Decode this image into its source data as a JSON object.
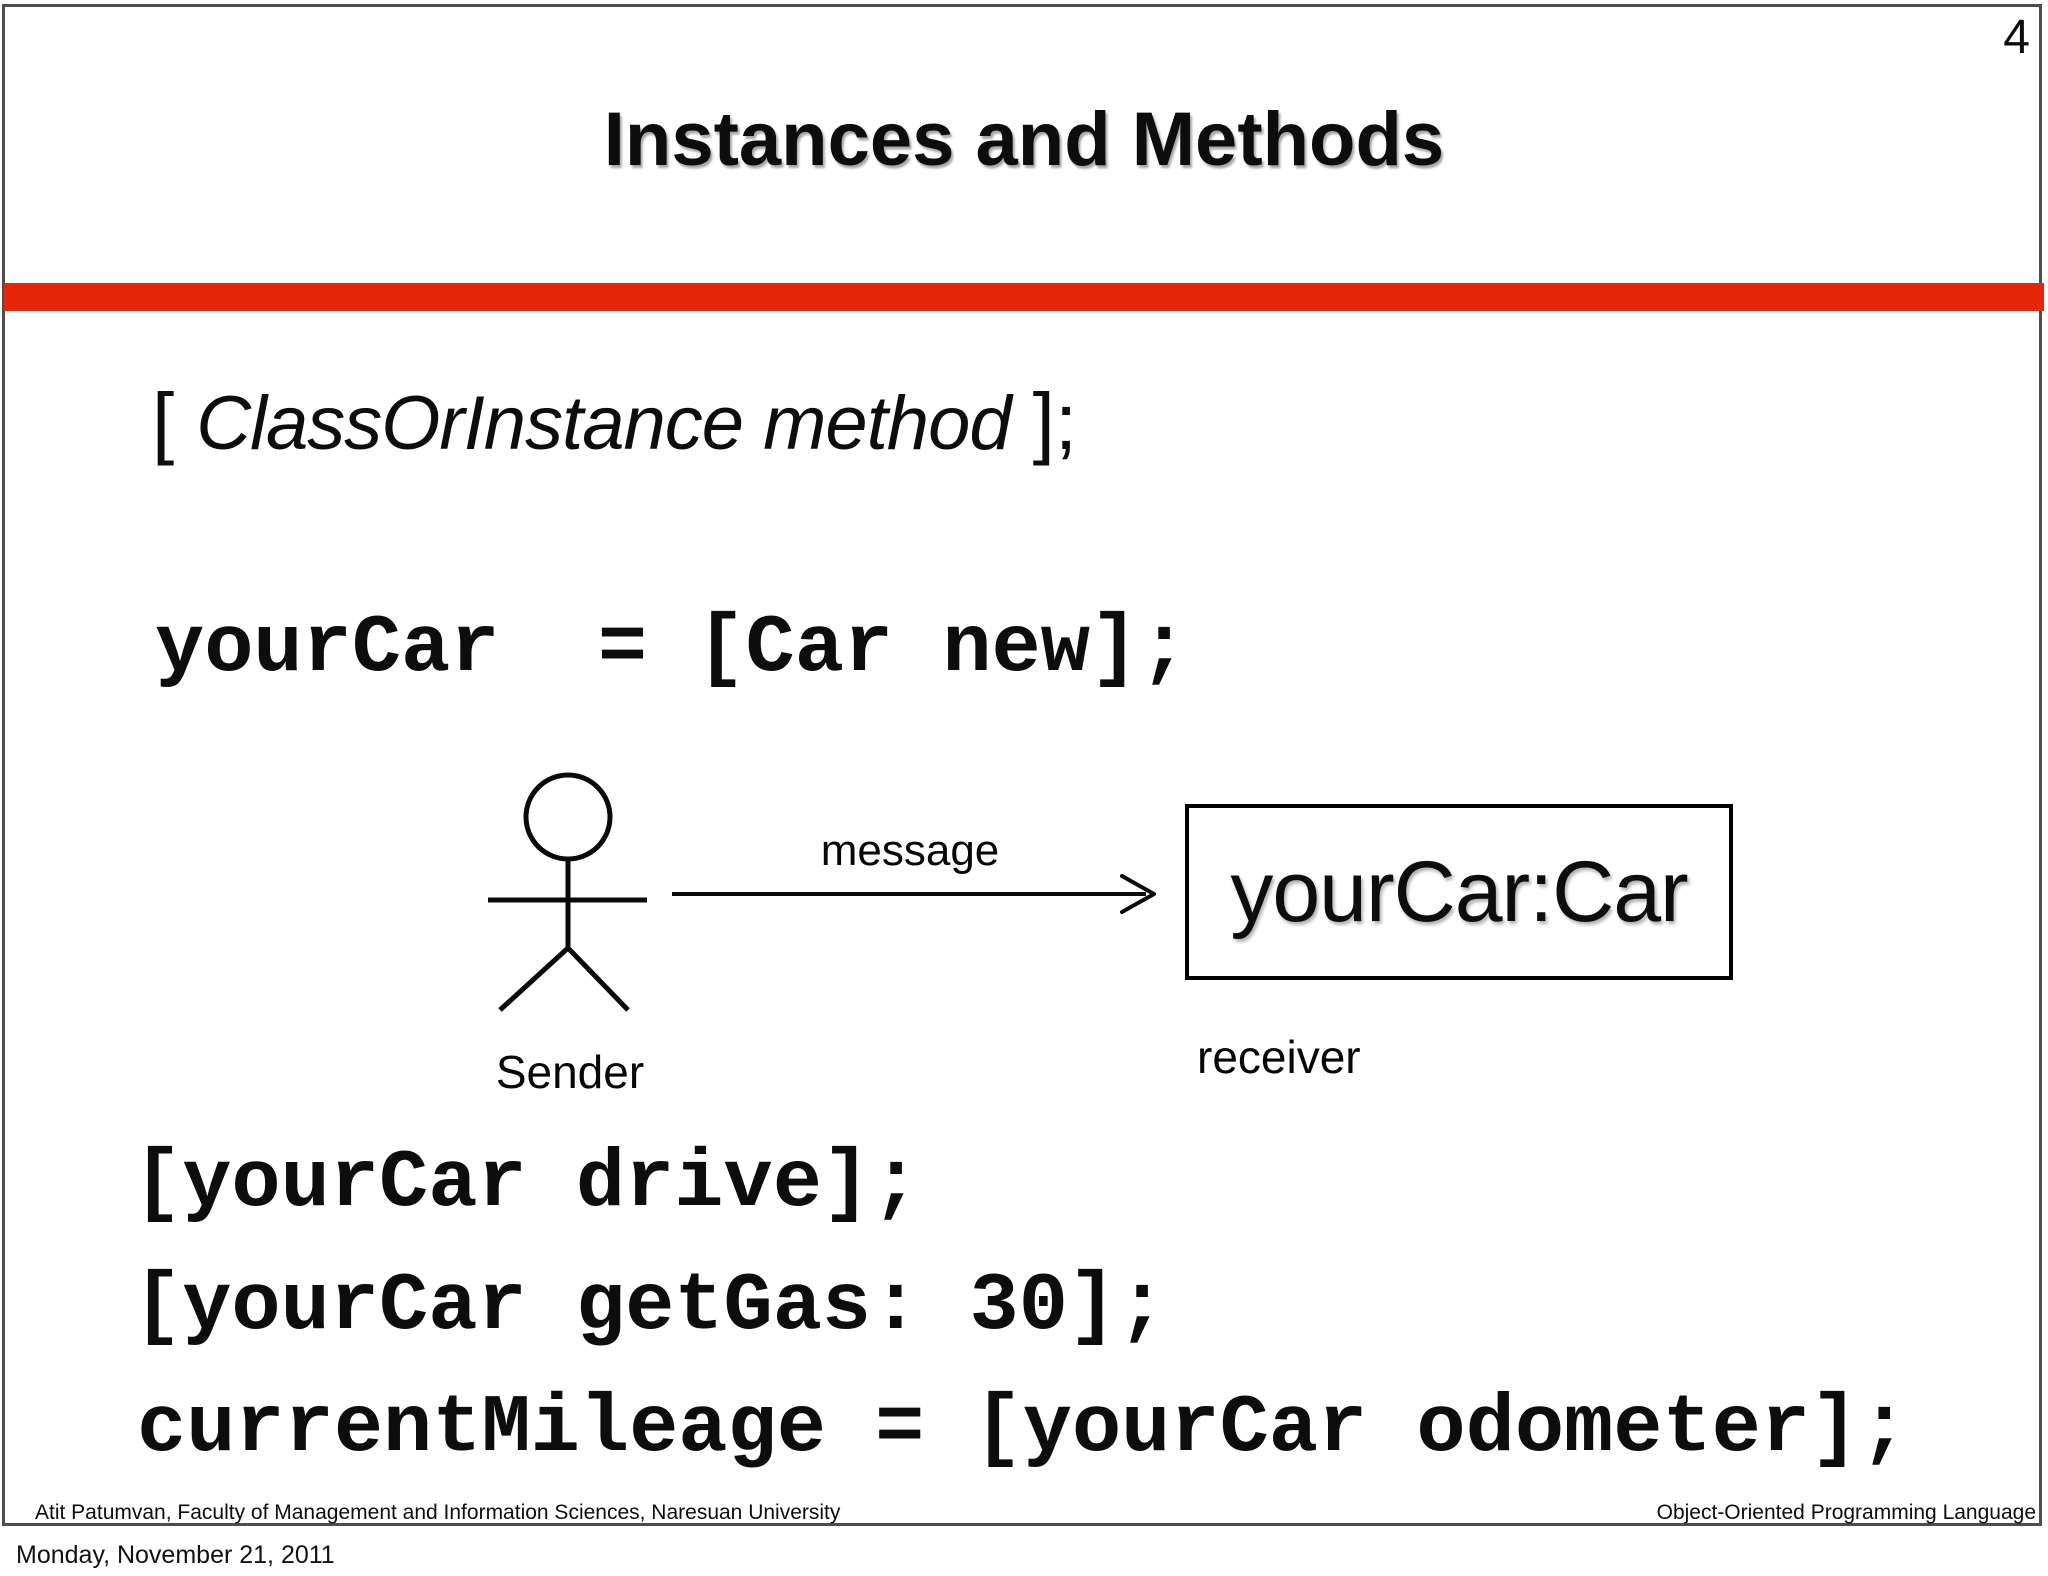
{
  "page_number": "4",
  "title": "Instances and Methods",
  "syntax_line": {
    "open_bracket": "[",
    "body": "ClassOrInstance method",
    "close_bracket": "];"
  },
  "code_lines": {
    "create_instance": "yourCar  = [Car new];",
    "drive": "[yourCar drive];",
    "get_gas": "[yourCar getGas: 30];",
    "current_mileage": "currentMileage = [yourCar odometer];"
  },
  "diagram": {
    "sender_label": "Sender",
    "message_label": "message",
    "receiver_box_label": "yourCar:Car",
    "receiver_label": "receiver"
  },
  "footer": {
    "left": "Atit Patumvan, Faculty of Management and Information Sciences, Naresuan University",
    "right": "Object-Oriented Programming Language",
    "date": "Monday, November 21, 2011"
  },
  "colors": {
    "accent_bar": "#e32708",
    "frame_border": "#4d4d4d"
  }
}
